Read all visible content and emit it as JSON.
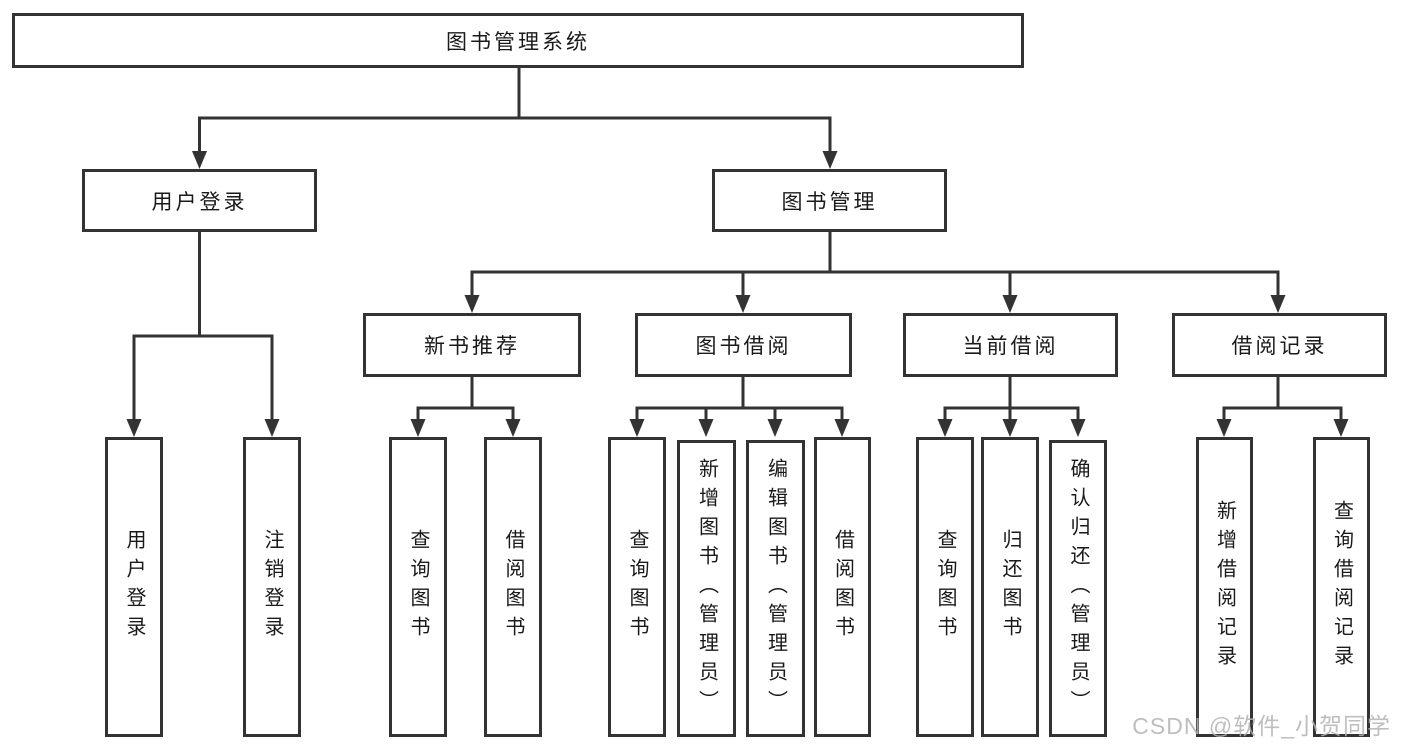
{
  "diagram": {
    "root": {
      "label": "图书管理系统"
    },
    "branches": [
      {
        "label": "用户登录",
        "children": [
          {
            "label": "用户登录"
          },
          {
            "label": "注销登录"
          }
        ]
      },
      {
        "label": "图书管理",
        "children": [
          {
            "label": "新书推荐",
            "children": [
              {
                "label": "查询图书"
              },
              {
                "label": "借阅图书"
              }
            ]
          },
          {
            "label": "图书借阅",
            "children": [
              {
                "label": "查询图书"
              },
              {
                "label": "新增图书（管理员）"
              },
              {
                "label": "编辑图书（管理员）"
              },
              {
                "label": "借阅图书"
              }
            ]
          },
          {
            "label": "当前借阅",
            "children": [
              {
                "label": "查询图书"
              },
              {
                "label": "归还图书"
              },
              {
                "label": "确认归还（管理员）"
              }
            ]
          },
          {
            "label": "借阅记录",
            "children": [
              {
                "label": "新增借阅记录"
              },
              {
                "label": "查询借阅记录"
              }
            ]
          }
        ]
      }
    ]
  },
  "watermark": {
    "text": "CSDN @软件_小贺同学"
  },
  "colors": {
    "line": "#333333",
    "box_border": "#333333",
    "text": "#1a1a1a",
    "watermark": "#b3b3b3",
    "background": "#ffffff"
  }
}
